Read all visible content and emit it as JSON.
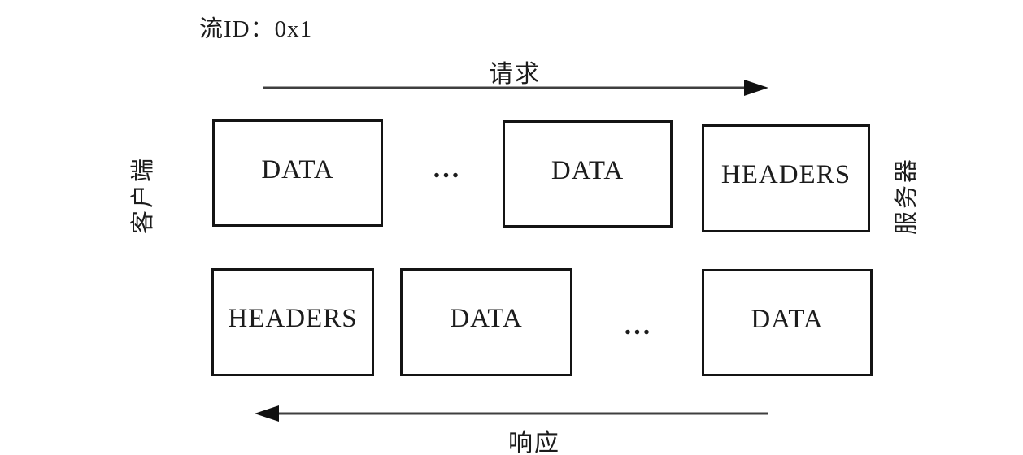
{
  "stream": {
    "id_label": "流ID：0x1"
  },
  "endpoints": {
    "client": "客户端",
    "server": "服务器"
  },
  "request": {
    "label": "请求",
    "frames": [
      "DATA",
      "DATA",
      "HEADERS"
    ],
    "ellipsis": "..."
  },
  "response": {
    "label": "响应",
    "frames": [
      "HEADERS",
      "DATA",
      "DATA"
    ],
    "ellipsis": "..."
  },
  "colors": {
    "box-border": "#141414",
    "arrow": "#3f3f3f",
    "arrow-head": "#111111",
    "text": "#1c1c1c",
    "background": "#ffffff"
  }
}
